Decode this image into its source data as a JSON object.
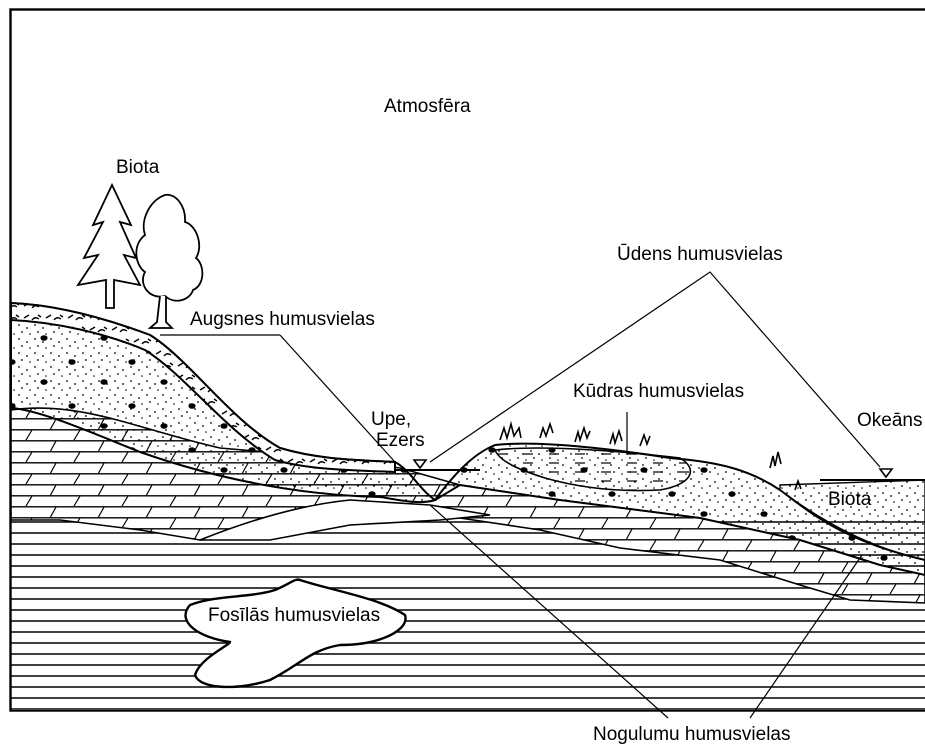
{
  "labels": {
    "atmosphere": "Atmosfēra",
    "biota_land": "Biota",
    "soil_humus": "Augsnes humusvielas",
    "water_humus": "Ūdens humusvielas",
    "peat_humus": "Kūdras humusvielas",
    "river_lake_line1": "Upe,",
    "river_lake_line2": "Ezers",
    "ocean": "Okeāns",
    "biota_sea": "Biota",
    "fossil_humus": "Fosīlās humusvielas",
    "sediment_humus": "Nogulumu humusvielas"
  }
}
